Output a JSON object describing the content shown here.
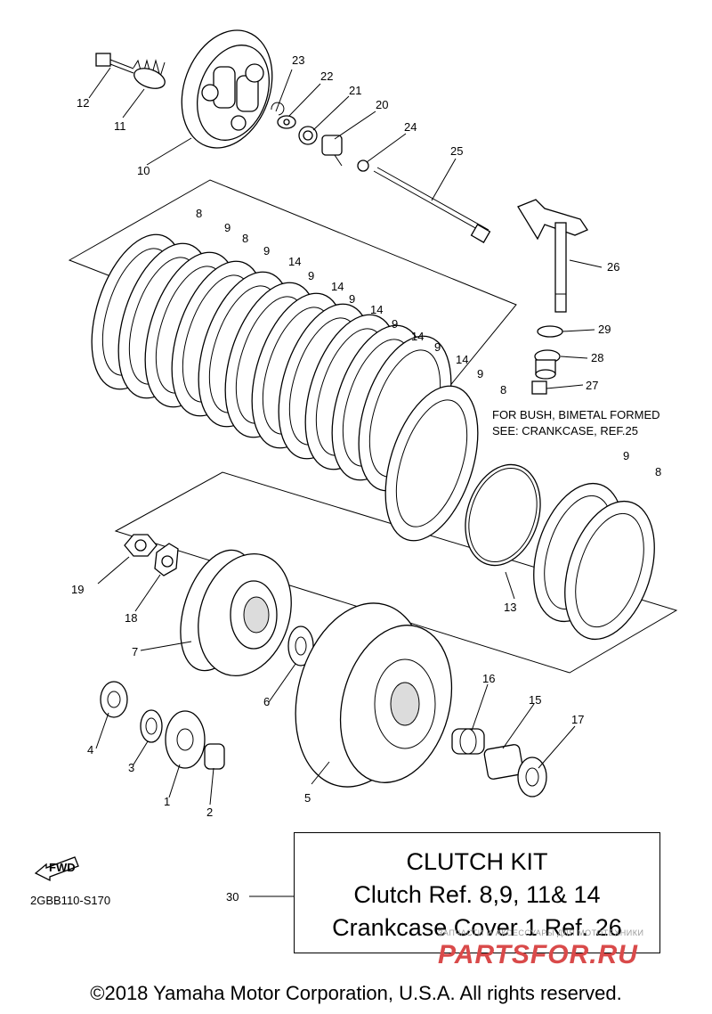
{
  "labels": {
    "p1": "1",
    "p2": "2",
    "p3": "3",
    "p4": "4",
    "p5": "5",
    "p6": "6",
    "p7": "7",
    "p8": "8",
    "p9": "9",
    "p10": "10",
    "p11": "11",
    "p12": "12",
    "p13": "13",
    "p14": "14",
    "p15": "15",
    "p16": "16",
    "p17": "17",
    "p18": "18",
    "p19": "19",
    "p20": "20",
    "p21": "21",
    "p22": "22",
    "p23": "23",
    "p24": "24",
    "p25": "25",
    "p26": "26",
    "p27": "27",
    "p28": "28",
    "p29": "29",
    "p30": "30"
  },
  "note": {
    "line1": "FOR BUSH, BIMETAL FORMED",
    "line2": "SEE: CRANKCASE, REF.25"
  },
  "kit": {
    "title": "CLUTCH KIT",
    "line2": "Clutch Ref. 8,9, 11& 14",
    "line3": "Crankcase Cover 1 Ref. 26"
  },
  "fwd": "FWD",
  "diagram_code": "2GBB110-S170",
  "watermark": {
    "small": "ЗАПЧАСТИ И АКСЕССУАРЫ ДЛЯ МОТОТЕХНИКИ",
    "big": "PARTSFOR.RU"
  },
  "copyright": "©2018 Yamaha Motor Corporation, U.S.A. All rights reserved."
}
